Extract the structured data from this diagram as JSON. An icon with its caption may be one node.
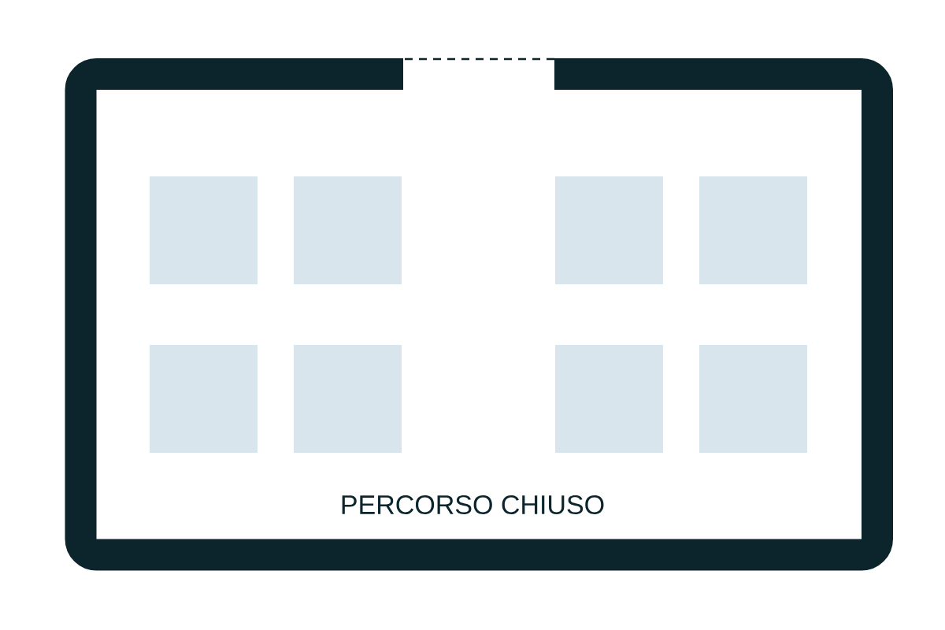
{
  "diagram": {
    "nodes": [
      {
        "text": [
          "PERCORSO CHIUSO"
        ]
      },
      {
        "text": [],
        "shape": "box",
        "in": 0
      },
      {
        "text": [],
        "shape": "box",
        "in": 0
      },
      {
        "text": [],
        "shape": "box",
        "in": 0
      },
      {
        "text": [],
        "shape": "box",
        "in": 0
      },
      {
        "text": [],
        "shape": "box",
        "in": 0
      },
      {
        "text": [],
        "shape": "box",
        "in": 0
      },
      {
        "text": [],
        "shape": "box",
        "in": 0
      },
      {
        "text": [],
        "shape": "box",
        "in": 0
      }
    ]
  }
}
